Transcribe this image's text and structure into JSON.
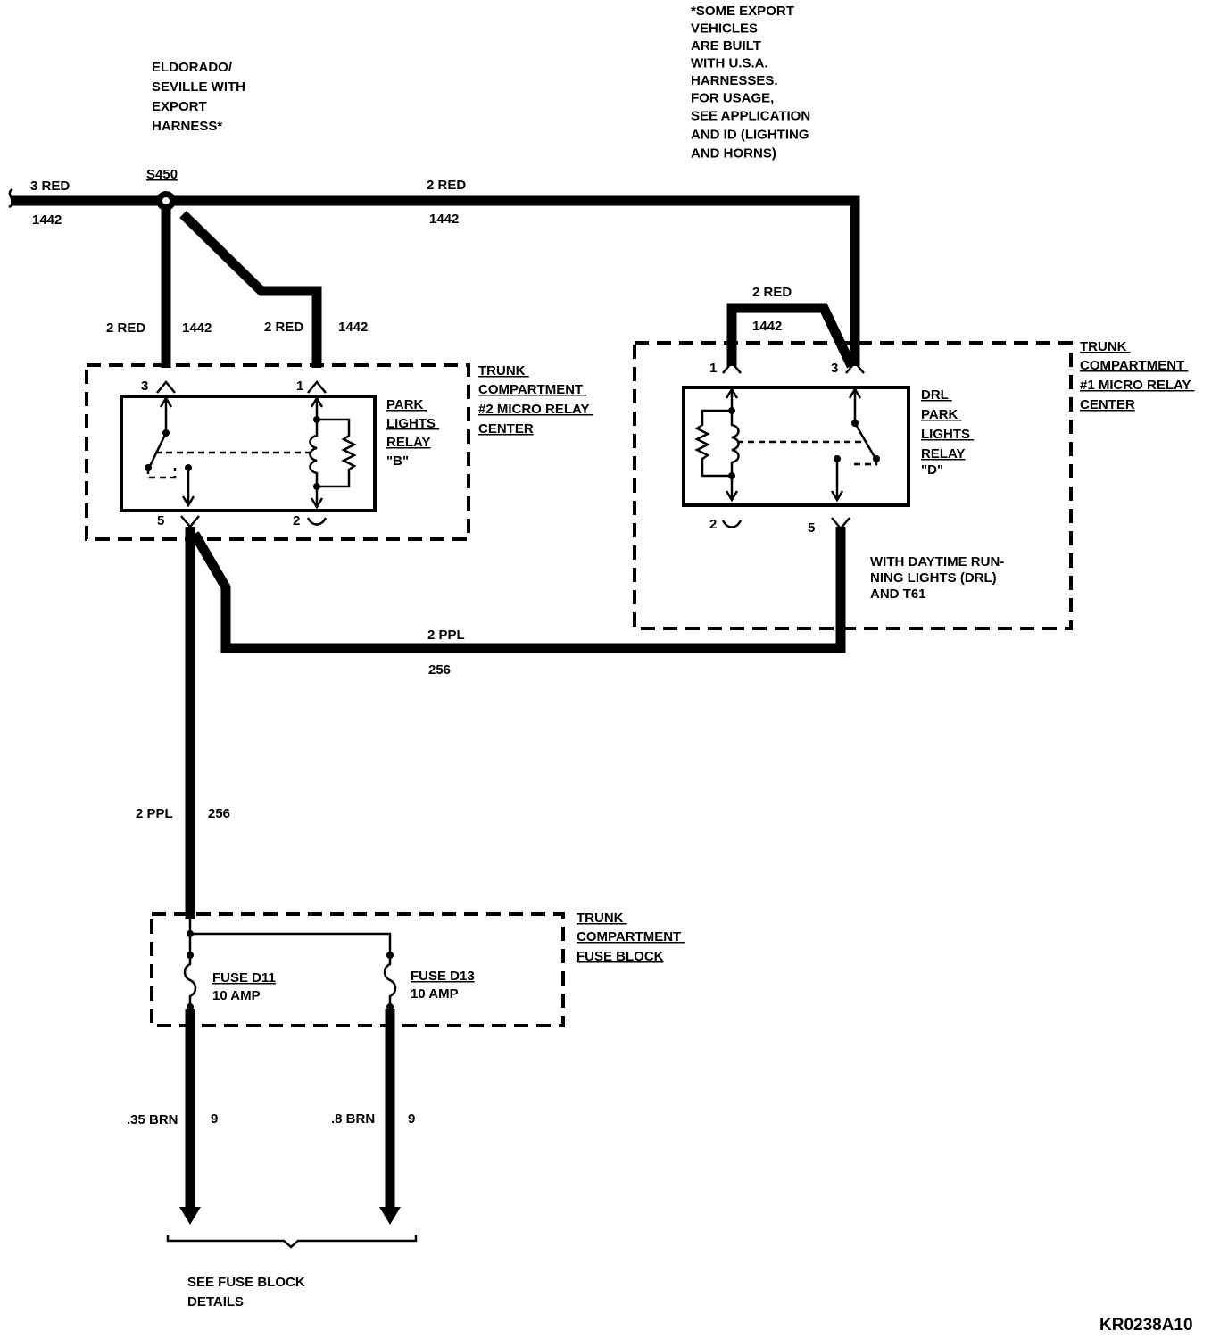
{
  "diagram_id": "KR0238A10",
  "notes": {
    "harness_note": [
      "ELDORADO/",
      "SEVILLE WITH",
      "EXPORT",
      "HARNESS*"
    ],
    "export_note": [
      "*SOME EXPORT",
      "VEHICLES",
      "ARE BUILT",
      "WITH U.S.A.",
      "HARNESSES.",
      "FOR USAGE,",
      "SEE APPLICATION",
      "AND ID (LIGHTING",
      "AND HORNS)"
    ],
    "drl_note": [
      "WITH DAYTIME RUN-",
      "NING LIGHTS (DRL)",
      "AND T61"
    ],
    "fuse_details": [
      "SEE FUSE BLOCK",
      "DETAILS"
    ]
  },
  "splice": {
    "id": "S450"
  },
  "wires": {
    "left_in": {
      "label": "3 RED",
      "circuit": "1442"
    },
    "top_run": {
      "label": "2 RED",
      "circuit": "1442"
    },
    "relay_b_pin3": {
      "label": "2 RED",
      "circuit": "1442"
    },
    "relay_b_pin1": {
      "label": "2 RED",
      "circuit": "1442"
    },
    "relay_d_pin1": {
      "label": "2 RED",
      "circuit": "1442"
    },
    "ppl_horizontal": {
      "label": "2 PPL",
      "circuit": "256"
    },
    "ppl_vertical": {
      "label": "2 PPL",
      "circuit": "256"
    },
    "fuse_out_left": {
      "label": ".35 BRN",
      "circuit": "9"
    },
    "fuse_out_right": {
      "label": ".8 BRN",
      "circuit": "9"
    }
  },
  "relay_center_2": {
    "name": [
      "TRUNK",
      "COMPARTMENT",
      "#2 MICRO RELAY",
      "CENTER"
    ],
    "relay_name": [
      "PARK",
      "LIGHTS",
      "RELAY"
    ],
    "relay_id": "\"B\"",
    "pins": {
      "p3": "3",
      "p1": "1",
      "p5": "5",
      "p2": "2"
    }
  },
  "relay_center_1": {
    "name": [
      "TRUNK",
      "COMPARTMENT",
      "#1 MICRO RELAY",
      "CENTER"
    ],
    "relay_name": [
      "DRL",
      "PARK",
      "LIGHTS",
      "RELAY"
    ],
    "relay_id": "\"D\"",
    "pins": {
      "p1": "1",
      "p3": "3",
      "p2": "2",
      "p5": "5"
    }
  },
  "fuse_block": {
    "name": [
      "TRUNK",
      "COMPARTMENT",
      "FUSE BLOCK"
    ],
    "fuses": [
      {
        "name": "FUSE D11",
        "rating": "10 AMP"
      },
      {
        "name": "FUSE D13",
        "rating": "10 AMP"
      }
    ]
  }
}
